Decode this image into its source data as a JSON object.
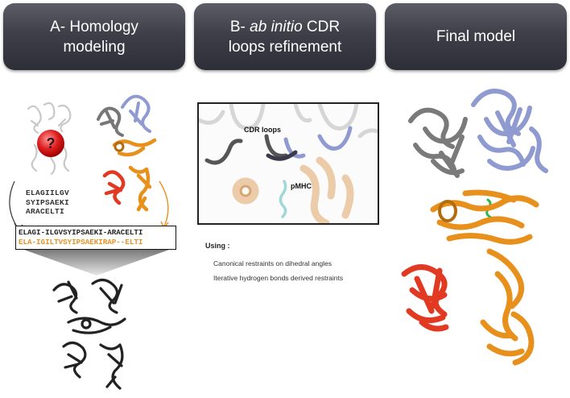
{
  "panels": {
    "a": {
      "line1": "A- Homology",
      "line2": "modeling"
    },
    "b": {
      "line1_prefix": "B- ",
      "line1_italic": "ab initio",
      "line1_suffix": " CDR",
      "line2": "loops refinement"
    },
    "c": {
      "line1": "Final model"
    }
  },
  "homology": {
    "question_mark": "?",
    "sequence_lines": [
      "ELAGIILGV",
      "SYIPSAEKI",
      "ARACELTI"
    ],
    "alignment": {
      "query": "ELAGI-ILGVSYIPSAEKI-ARACELTI",
      "template": "ELA-IGILTVSYIPSAEKIRAP--ELTI"
    }
  },
  "refinement": {
    "cdr_label": "CDR loops",
    "pmhc_label": "pMHC",
    "using_title": "Using :",
    "using_items": [
      "Canonical restraints on dihedral angles",
      "Iterative hydrogen bonds derived restraints"
    ]
  },
  "colors": {
    "panel_dark": "#2e2e38",
    "tcr_alpha": "#8f9bd0",
    "tcr_beta": "#777777",
    "mhc": "#e8901c",
    "b2m": "#e23a22",
    "peptide": "#2ab84a",
    "question_red": "#e02020"
  }
}
